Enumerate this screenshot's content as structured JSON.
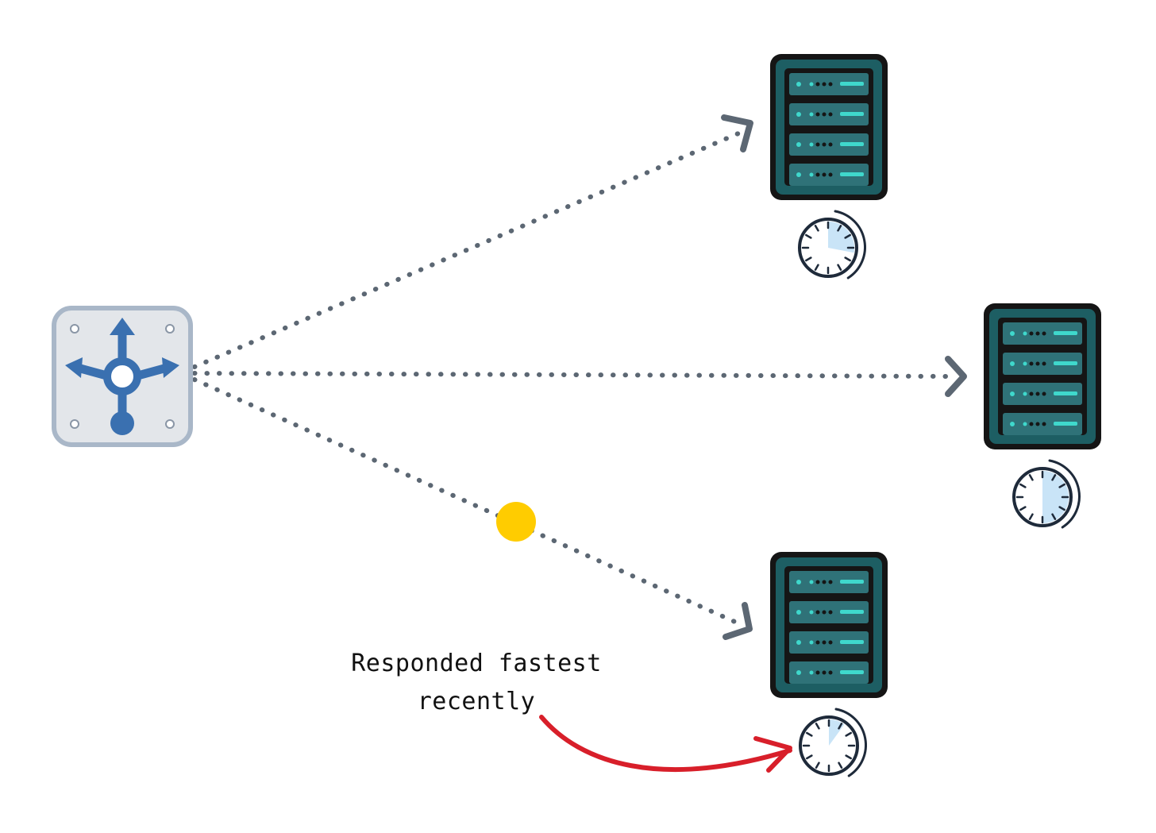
{
  "annotation": {
    "line1": "Responded fastest",
    "line2": "recently"
  },
  "colors": {
    "background": "#ffffff",
    "dotted_line": "#5c6773",
    "server_body": "#1d5e63",
    "server_outline": "#151515",
    "server_led": "#3fd8cc",
    "router_fill": "#e3e6ea",
    "router_border": "#a9b7c8",
    "router_arrow": "#3a70b0",
    "packet": "#ffcc00",
    "highlight_arrow": "#d81f2a",
    "timer_fill": "#c9e4f7",
    "timer_outline": "#1e2a3a"
  },
  "icons": {
    "load_balancer": "router-icon",
    "server": "server-icon",
    "timer": "stopwatch-icon",
    "packet": "packet-dot-icon",
    "pointer": "curved-red-arrow-icon"
  },
  "servers": [
    {
      "id": "server-top",
      "timer_elapsed_fraction": 0.28
    },
    {
      "id": "server-middle",
      "timer_elapsed_fraction": 0.5
    },
    {
      "id": "server-bottom",
      "timer_elapsed_fraction": 0.1
    }
  ]
}
